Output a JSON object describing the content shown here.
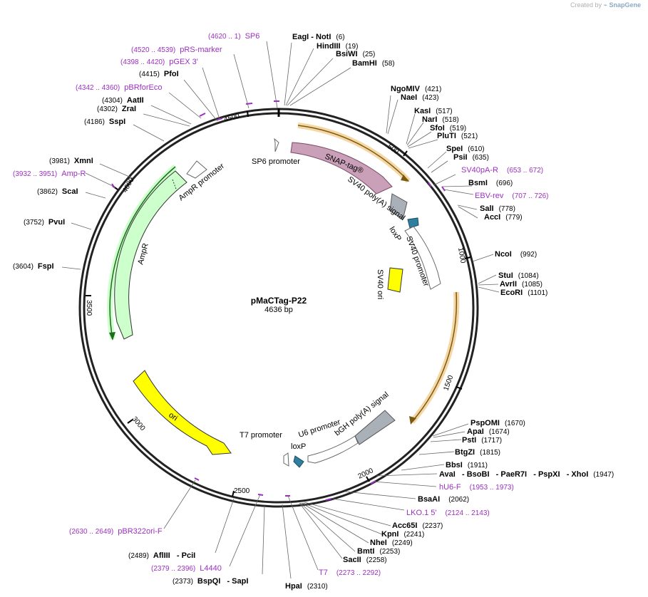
{
  "header": {
    "created_by": "Created by",
    "brand": "SnapGene"
  },
  "plasmid": {
    "name": "pMaCTag-P22",
    "size_text": "4636 bp",
    "length": 4636
  },
  "ticks": [
    "500",
    "1000",
    "1500",
    "2000",
    "2500",
    "3000",
    "3500",
    "4000",
    "4500"
  ],
  "colors": {
    "primer": "#9b30c0",
    "snap": "#c9a0b8",
    "ampr": "#ccffcc",
    "ori": "#ffff00",
    "polyA": "#aab0b8",
    "loxp": "#2f7f9f",
    "orf": "#e8a64a",
    "backbone": "#222222"
  },
  "features": [
    {
      "name": "SNAP-tag®",
      "label": "SNAP-tag®"
    },
    {
      "name": "SV40 poly(A) signal",
      "label": "SV40 poly(A) signal"
    },
    {
      "name": "loxP-1",
      "label": "loxP"
    },
    {
      "name": "SV40 promoter",
      "label": "SV40 promoter"
    },
    {
      "name": "SV40 ori",
      "label": "SV40 ori"
    },
    {
      "name": "SP6 promoter",
      "label": "SP6 promoter"
    },
    {
      "name": "AmpR promoter",
      "label": "AmpR promoter"
    },
    {
      "name": "AmpR",
      "label": "AmpR"
    },
    {
      "name": "ori",
      "label": "ori"
    },
    {
      "name": "T7 promoter",
      "label": "T7 promoter"
    },
    {
      "name": "U6 promoter",
      "label": "U6 promoter"
    },
    {
      "name": "bGH poly(A) signal",
      "label": "bGH poly(A) signal"
    },
    {
      "name": "loxP-2",
      "label": "loxP"
    }
  ],
  "labels": [
    {
      "id": "sp6",
      "type": "primer",
      "name": "SP6",
      "pos": "(4620 .. 1)"
    },
    {
      "id": "eagi",
      "type": "enzyme",
      "name": "EagI  - NotI",
      "pos": "(6)"
    },
    {
      "id": "hindiii",
      "type": "enzyme",
      "name": "HindIII",
      "pos": "(19)"
    },
    {
      "id": "bsiwi",
      "type": "enzyme",
      "name": "BsiWI",
      "pos": "(25)"
    },
    {
      "id": "bamhi",
      "type": "enzyme",
      "name": "BamHI",
      "pos": "(58)"
    },
    {
      "id": "prs",
      "type": "primer",
      "name": "pRS-marker",
      "pos": "(4520 .. 4539)"
    },
    {
      "id": "pgex",
      "type": "primer",
      "name": "pGEX 3'",
      "pos": "(4398 .. 4420)"
    },
    {
      "id": "pfoi",
      "type": "enzyme",
      "name": "PfoI",
      "pos": "(4415)"
    },
    {
      "id": "pbr",
      "type": "primer",
      "name": "pBRforEco",
      "pos": "(4342 .. 4360)"
    },
    {
      "id": "aatii",
      "type": "enzyme",
      "name": "AatII",
      "pos": "(4304)"
    },
    {
      "id": "zrai",
      "type": "enzyme",
      "name": "ZraI",
      "pos": "(4302)"
    },
    {
      "id": "sspi",
      "type": "enzyme",
      "name": "SspI",
      "pos": "(4186)"
    },
    {
      "id": "xmni",
      "type": "enzyme",
      "name": "XmnI",
      "pos": "(3981)"
    },
    {
      "id": "ampr_p",
      "type": "primer",
      "name": "Amp-R",
      "pos": "(3932 .. 3951)"
    },
    {
      "id": "scai",
      "type": "enzyme",
      "name": "ScaI",
      "pos": "(3862)"
    },
    {
      "id": "pvui",
      "type": "enzyme",
      "name": "PvuI",
      "pos": "(3752)"
    },
    {
      "id": "fspi",
      "type": "enzyme",
      "name": "FspI",
      "pos": "(3604)"
    },
    {
      "id": "ngomiv",
      "type": "enzyme",
      "name": "NgoMIV",
      "pos": "(421)"
    },
    {
      "id": "naei",
      "type": "enzyme",
      "name": "NaeI",
      "pos": "(423)"
    },
    {
      "id": "kasi",
      "type": "enzyme",
      "name": "KasI",
      "pos": "(517)"
    },
    {
      "id": "nari",
      "type": "enzyme",
      "name": "NarI",
      "pos": "(518)"
    },
    {
      "id": "sfoi",
      "type": "enzyme",
      "name": "SfoI",
      "pos": "(519)"
    },
    {
      "id": "plu",
      "type": "enzyme",
      "name": "PluTI",
      "pos": "(521)"
    },
    {
      "id": "spei",
      "type": "enzyme",
      "name": "SpeI",
      "pos": "(610)"
    },
    {
      "id": "psii",
      "type": "enzyme",
      "name": "PsiI",
      "pos": "(635)"
    },
    {
      "id": "sv40pa",
      "type": "primer",
      "name": "SV40pA-R",
      "pos": "(653 .. 672)"
    },
    {
      "id": "bsmi",
      "type": "enzyme",
      "name": "BsmI",
      "pos": "(696)"
    },
    {
      "id": "ebv",
      "type": "primer",
      "name": "EBV-rev",
      "pos": "(707 .. 726)"
    },
    {
      "id": "sali",
      "type": "enzyme",
      "name": "SalI",
      "pos": "(778)"
    },
    {
      "id": "acci",
      "type": "enzyme",
      "name": "AccI",
      "pos": "(779)"
    },
    {
      "id": "ncoi",
      "type": "enzyme",
      "name": "NcoI",
      "pos": "(992)"
    },
    {
      "id": "stui",
      "type": "enzyme",
      "name": "StuI",
      "pos": "(1084)"
    },
    {
      "id": "avrii",
      "type": "enzyme",
      "name": "AvrII",
      "pos": "(1085)"
    },
    {
      "id": "ecori",
      "type": "enzyme",
      "name": "EcoRI",
      "pos": "(1101)"
    },
    {
      "id": "pspomi",
      "type": "enzyme",
      "name": "PspOMI",
      "pos": "(1670)"
    },
    {
      "id": "apai",
      "type": "enzyme",
      "name": "ApaI",
      "pos": "(1674)"
    },
    {
      "id": "psti",
      "type": "enzyme",
      "name": "PstI",
      "pos": "(1717)"
    },
    {
      "id": "btgzi",
      "type": "enzyme",
      "name": "BtgZI",
      "pos": "(1815)"
    },
    {
      "id": "bbsi",
      "type": "enzyme",
      "name": "BbsI",
      "pos": "(1911)"
    },
    {
      "id": "avai",
      "type": "enzyme",
      "name": "AvaI   - BsoBI   - PaeR7I   - PspXI   - XhoI",
      "pos": "(1947)"
    },
    {
      "id": "hu6f",
      "type": "primer",
      "name": "hU6-F",
      "pos": "(1953 .. 1973)"
    },
    {
      "id": "bsaai",
      "type": "enzyme",
      "name": "BsaAI",
      "pos": "(2062)"
    },
    {
      "id": "lko",
      "type": "primer",
      "name": "LKO.1 5'",
      "pos": "(2124 .. 2143)"
    },
    {
      "id": "acc65i",
      "type": "enzyme",
      "name": "Acc65I",
      "pos": "(2237)"
    },
    {
      "id": "kpni",
      "type": "enzyme",
      "name": "KpnI",
      "pos": "(2241)"
    },
    {
      "id": "nhei",
      "type": "enzyme",
      "name": "NheI",
      "pos": "(2249)"
    },
    {
      "id": "bmti",
      "type": "enzyme",
      "name": "BmtI",
      "pos": "(2253)"
    },
    {
      "id": "sacii",
      "type": "enzyme",
      "name": "SacII",
      "pos": "(2258)"
    },
    {
      "id": "t7",
      "type": "primer",
      "name": "T7",
      "pos": "(2273 .. 2292)"
    },
    {
      "id": "hpai",
      "type": "enzyme",
      "name": "HpaI",
      "pos": "(2310)"
    },
    {
      "id": "pbr322",
      "type": "primer",
      "name": "pBR322ori-F",
      "pos": "(2630 .. 2649)"
    },
    {
      "id": "afliii",
      "type": "enzyme",
      "name": "AflIII   - PciI",
      "pos": "(2489)"
    },
    {
      "id": "l4440",
      "type": "primer",
      "name": "L4440",
      "pos": "(2379 .. 2396)"
    },
    {
      "id": "bspqi",
      "type": "enzyme",
      "name": "BspQI   - SapI",
      "pos": "(2373)"
    }
  ]
}
